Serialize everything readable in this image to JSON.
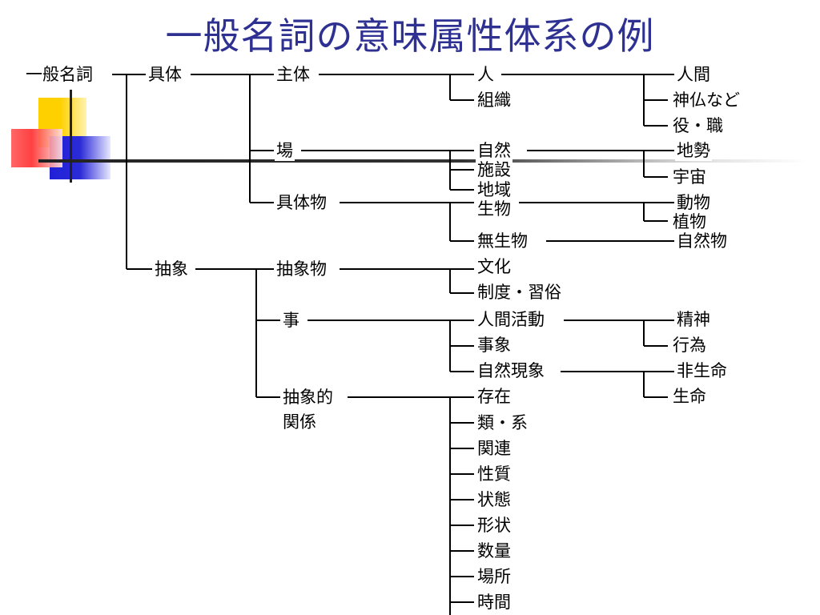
{
  "title": "一般名詞の意味属性体系の例",
  "nodes": {
    "root": "一般名詞",
    "gutai": "具体",
    "chuusho": "抽象",
    "shutai": "主体",
    "ba": "場",
    "gutaibutsu": "具体物",
    "chuushobutsu": "抽象物",
    "koto": "事",
    "chuushoteki": "抽象的",
    "kankei": "関係",
    "hito": "人",
    "soshiki": "組織",
    "shizen": "自然",
    "shisetsu": "施設",
    "chiiki": "地域",
    "seibutsu": "生物",
    "museibutsu": "無生物",
    "bunka": "文化",
    "seido": "制度・習俗",
    "ningenkatsudou": "人間活動",
    "jishou": "事象",
    "shizengenshou": "自然現象",
    "sonzai": "存在",
    "rui": "類・系",
    "kanren": "関連",
    "seishitsu": "性質",
    "joutai": "状態",
    "keijou": "形状",
    "suuryou": "数量",
    "basho": "場所",
    "jikan": "時間",
    "ningen": "人間",
    "shinbutsu": "神仏など",
    "yakushoku": "役・職",
    "chisei": "地勢",
    "uchuu": "宇宙",
    "doubutsu": "動物",
    "shokubutsu": "植物",
    "shizenbutsu": "自然物",
    "seishin": "精神",
    "koui": "行為",
    "hiseimei": "非生命",
    "seimei": "生命"
  }
}
